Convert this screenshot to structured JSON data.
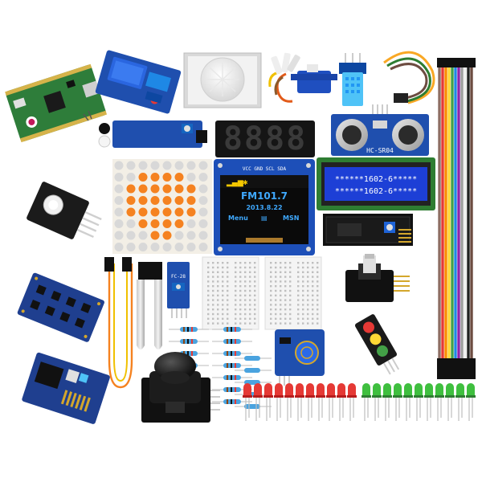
{
  "image": {
    "description_alt": "Electronics starter kit components"
  },
  "components": {
    "seven_segment": {
      "digits": "8888"
    },
    "oled": {
      "header": "VCC GND SCL SDA",
      "station": "FM101.7",
      "date": "2013.8.22",
      "left_label": "Menu",
      "right_label": "MSN"
    },
    "lcd": {
      "line1": "******1602-6*****",
      "line2": "******1602-6*****"
    },
    "ultrasonic": {
      "label": "HC-SR04"
    },
    "soil_probe": {
      "label": "FC-28"
    }
  },
  "colors": {
    "pcb_blue": "#1f3f8f",
    "pcb_green": "#2e7d3a",
    "led_orange": "#f58220",
    "oled_text": "#f5c800",
    "lcd_blue": "#1d3fd6",
    "led_red": "#e53935",
    "led_green": "#3fbf3f"
  }
}
